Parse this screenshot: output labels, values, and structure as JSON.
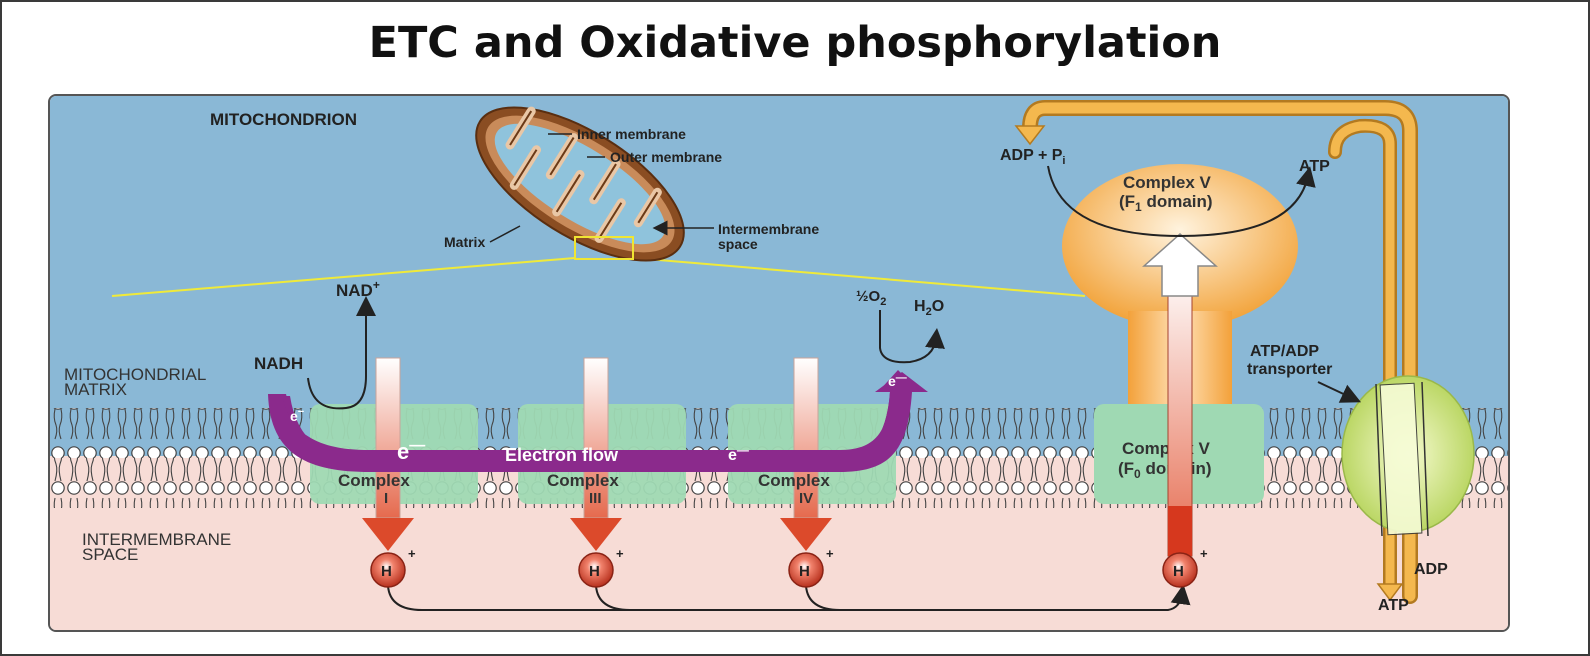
{
  "title": "ETC and Oxidative phosphorylation",
  "labels": {
    "mitochondrion": "MITOCHONDRION",
    "inner_membrane": "Inner membrane",
    "outer_membrane": "Outer membrane",
    "matrix": "Matrix",
    "intermembrane_space_1": "Intermembrane",
    "intermembrane_space_2": "space",
    "mito_matrix_1": "MITOCHONDRIAL",
    "mito_matrix_2": "MATRIX",
    "intermembrane_region_1": "INTERMEMBRANE",
    "intermembrane_region_2": "SPACE",
    "nadh": "NADH",
    "nad_plus": "NAD",
    "half_o2": "½O",
    "h2o": "H",
    "h2o_end": "O",
    "electron": "e",
    "electron_flow": "Electron flow",
    "adp_pi": "ADP + P",
    "atp_top": "ATP",
    "atp_adp_transporter_1": "ATP/ADP",
    "atp_adp_transporter_2": "transporter",
    "adp_bottom": "ADP",
    "atp_bottom": "ATP",
    "proton": "H"
  },
  "complexes": [
    {
      "name": "Complex",
      "numeral": "I"
    },
    {
      "name": "Complex",
      "numeral": "III"
    },
    {
      "name": "Complex",
      "numeral": "IV"
    }
  ],
  "complex_v_f1": {
    "line1": "Complex V",
    "line2": "(F",
    "sub": "1",
    "line2_end": " domain)"
  },
  "complex_v_f0": {
    "line1": "Complex V",
    "line2": "(F",
    "sub": "0",
    "line2_end": " domain)"
  },
  "colors": {
    "matrix_blue": "#8ab8d6",
    "intermembrane_pink": "#f7dcd6",
    "complex_green": "#9fd9b3",
    "electron_purple": "#8b2a8c",
    "proton_red": "#d2442a",
    "atp_orange": "#f0a53a",
    "transporter_green": "#c9e07a"
  }
}
